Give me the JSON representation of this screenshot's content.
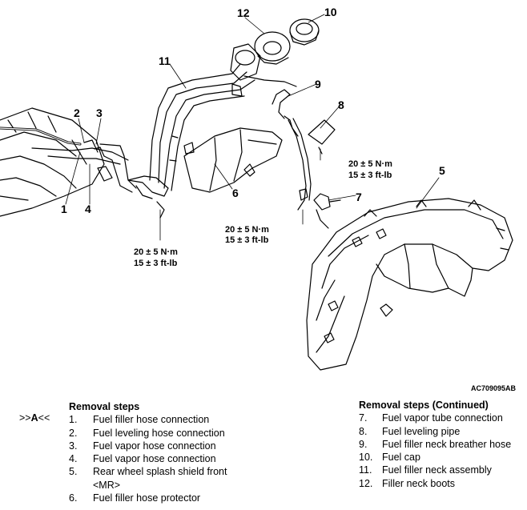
{
  "diagram": {
    "callouts": [
      "1",
      "2",
      "3",
      "4",
      "5",
      "6",
      "7",
      "8",
      "9",
      "10",
      "11",
      "12"
    ],
    "torque_left": {
      "line1": "20 ± 5 N·m",
      "line2": "15 ± 3 ft-lb"
    },
    "torque_middle": {
      "line1": "20 ± 5 N·m",
      "line2": "15 ± 3 ft-lb"
    },
    "torque_right": {
      "line1": "20 ± 5 N·m",
      "line2": "15 ± 3 ft-lb"
    },
    "figure_code": "AC709095AB"
  },
  "ref_marker": {
    "prefix": ">>",
    "letter": "A",
    "suffix": "<<"
  },
  "removal_steps": {
    "title": "Removal steps",
    "items": [
      {
        "num": "1.",
        "label": "Fuel filler hose connection"
      },
      {
        "num": "2.",
        "label": "Fuel leveling hose connection"
      },
      {
        "num": "3.",
        "label": "Fuel vapor hose connection"
      },
      {
        "num": "4.",
        "label": "Fuel vapor hose connection"
      },
      {
        "num": "5.",
        "label": "Rear wheel splash shield front"
      },
      {
        "num": "",
        "label": "<MR>"
      },
      {
        "num": "6.",
        "label": "Fuel filler hose protector"
      }
    ]
  },
  "removal_steps_continued": {
    "title": "Removal steps (Continued)",
    "items": [
      {
        "num": "7.",
        "label": "Fuel vapor tube connection"
      },
      {
        "num": "8.",
        "label": "Fuel leveling pipe"
      },
      {
        "num": "9.",
        "label": "Fuel filler neck breather hose"
      },
      {
        "num": "10.",
        "label": "Fuel cap"
      },
      {
        "num": "11.",
        "label": "Fuel filler neck assembly"
      },
      {
        "num": "12.",
        "label": "Filler neck boots"
      }
    ]
  }
}
